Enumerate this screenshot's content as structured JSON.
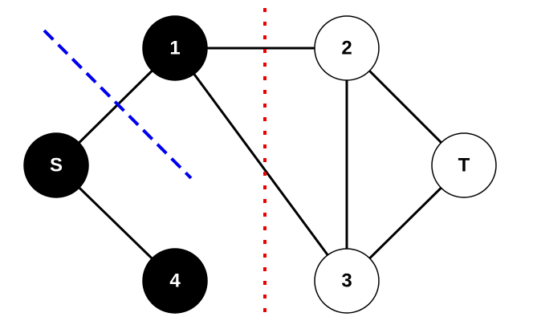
{
  "nodes": [
    {
      "id": "1",
      "label": "1",
      "fill": "#000000",
      "text_color": "#ffffff"
    },
    {
      "id": "2",
      "label": "2",
      "fill": "#ffffff",
      "text_color": "#000000"
    },
    {
      "id": "S",
      "label": "S",
      "fill": "#000000",
      "text_color": "#ffffff"
    },
    {
      "id": "T",
      "label": "T",
      "fill": "#ffffff",
      "text_color": "#000000"
    },
    {
      "id": "4",
      "label": "4",
      "fill": "#000000",
      "text_color": "#ffffff"
    },
    {
      "id": "3",
      "label": "3",
      "fill": "#ffffff",
      "text_color": "#000000"
    }
  ],
  "edges": [
    {
      "from": "S",
      "to": "1"
    },
    {
      "from": "S",
      "to": "4"
    },
    {
      "from": "1",
      "to": "2"
    },
    {
      "from": "1",
      "to": "3"
    },
    {
      "from": "2",
      "to": "3"
    },
    {
      "from": "2",
      "to": "T"
    },
    {
      "from": "3",
      "to": "T"
    }
  ],
  "cuts": [
    {
      "id": "blue-dashed-cut",
      "color": "#0000ee",
      "style": "dashed"
    },
    {
      "id": "red-dotted-cut",
      "color": "#ee0000",
      "style": "dotted"
    }
  ],
  "colors": {
    "edge": "#000000",
    "node_stroke": "#000000",
    "background": "#ffffff"
  }
}
